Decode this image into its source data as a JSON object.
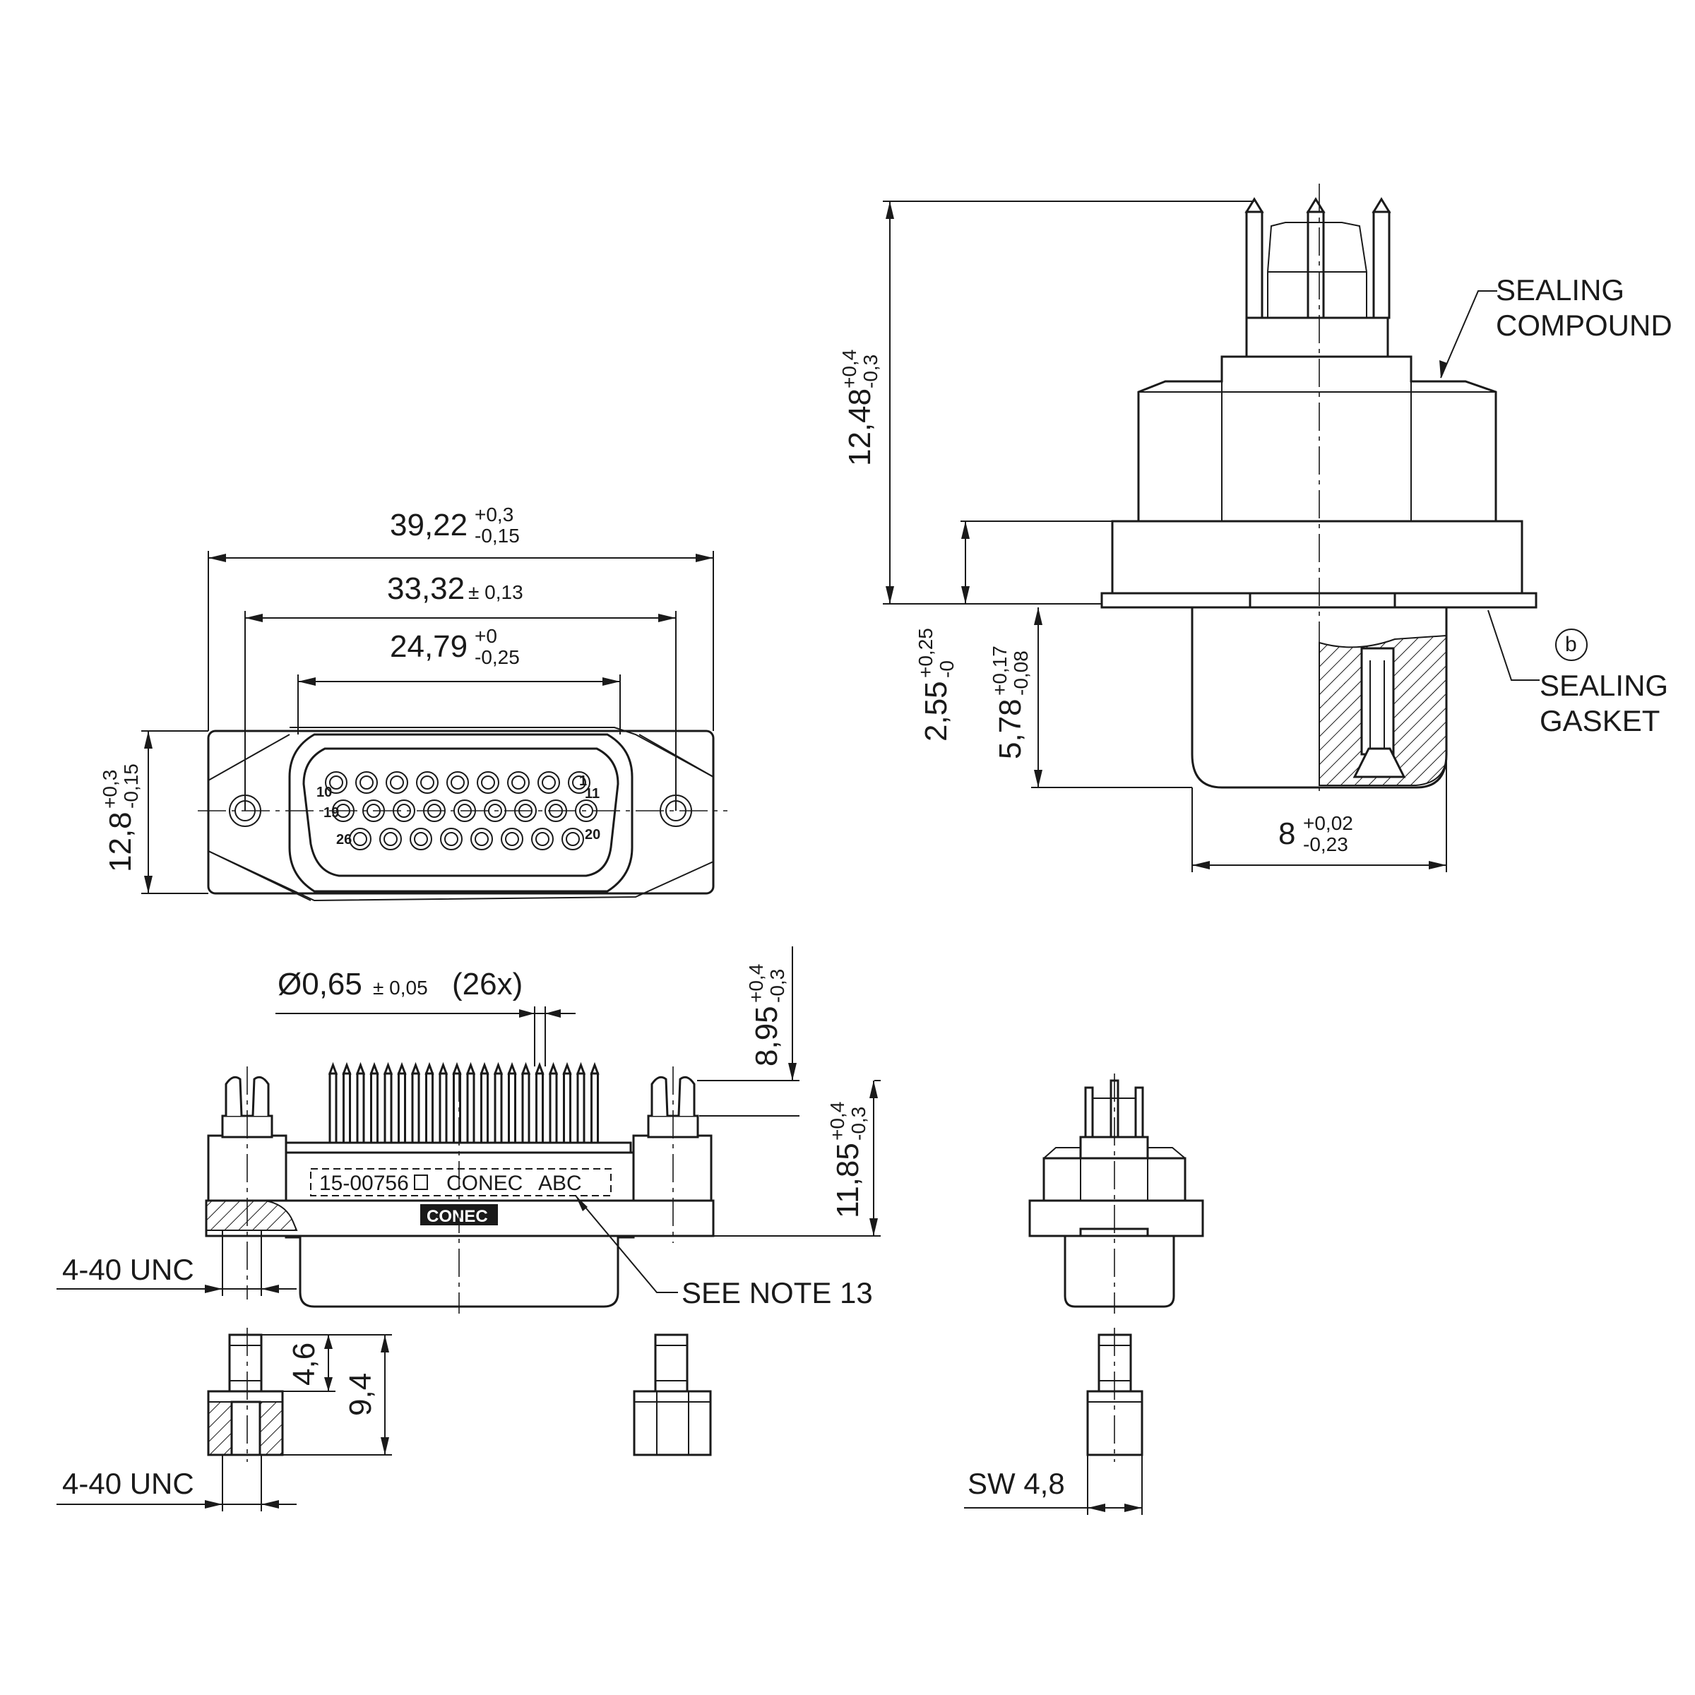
{
  "front_view": {
    "width_overall": {
      "value": "39,22",
      "tol_upper": "+0,3",
      "tol_lower": "-0,15"
    },
    "width_mount": {
      "value": "33,32",
      "tol": "± 0,13"
    },
    "width_shell": {
      "value": "24,79",
      "tol_upper": "+0",
      "tol_lower": "-0,25"
    },
    "height": {
      "value": "12,8",
      "tol_upper": "+0,3",
      "tol_lower": "-0,15"
    },
    "pin_numbers": [
      "1",
      "10",
      "11",
      "19",
      "20",
      "26"
    ]
  },
  "side_view": {
    "height_total": {
      "value": "12,48",
      "tol_upper": "+0,4",
      "tol_lower": "-0,3"
    },
    "flange": {
      "value": "2,55",
      "tol_upper": "+0,25",
      "tol_lower": "-0"
    },
    "shell_depth": {
      "value": "5,78",
      "tol_upper": "+0,17",
      "tol_lower": "-0,08"
    },
    "shell_width": {
      "value": "8",
      "tol_upper": "+0,02",
      "tol_lower": "-0,23"
    },
    "label_sealing_compound": [
      "SEALING",
      "COMPOUND"
    ],
    "label_sealing_gasket": [
      "SEALING",
      "GASKET"
    ],
    "callout_b": "b"
  },
  "bottom_view": {
    "pin_diameter": {
      "value": "Ø0,65",
      "tol": "± 0,05",
      "count": "(26x)"
    },
    "pin_height": {
      "value": "8,95",
      "tol_upper": "+0,4",
      "tol_lower": "-0,3"
    },
    "body_height": {
      "value": "11,85",
      "tol_upper": "+0,4",
      "tol_lower": "-0,3"
    },
    "marking_text": "15-00756",
    "marking_brand": "CONEC",
    "marking_code": "ABC",
    "logo_text": "CONEC",
    "thread_1": "4-40 UNC",
    "note": "SEE NOTE 13",
    "pin_count": 26
  },
  "standoff": {
    "thread_len": "4,6",
    "total_len": "9,4",
    "thread": "4-40 UNC",
    "wrench": "SW 4,8"
  }
}
